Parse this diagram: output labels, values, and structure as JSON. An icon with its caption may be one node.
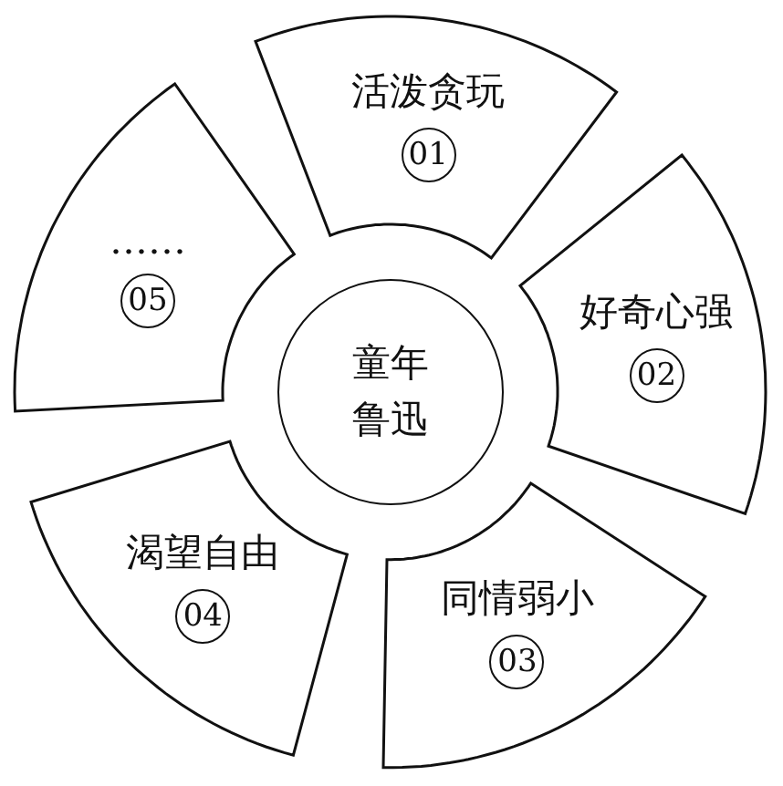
{
  "diagram": {
    "nodes": [
      {
        "text": [
          "童年鲁迅"
        ]
      },
      {
        "text": [
          "活泼贪玩",
          "01"
        ]
      },
      {
        "text": [
          "好奇心强",
          "02"
        ]
      },
      {
        "text": [
          "同情弱小",
          "03"
        ]
      },
      {
        "text": [
          "渴望自由",
          "04"
        ]
      },
      {
        "text": [
          "……",
          "05"
        ]
      }
    ],
    "edges": []
  }
}
